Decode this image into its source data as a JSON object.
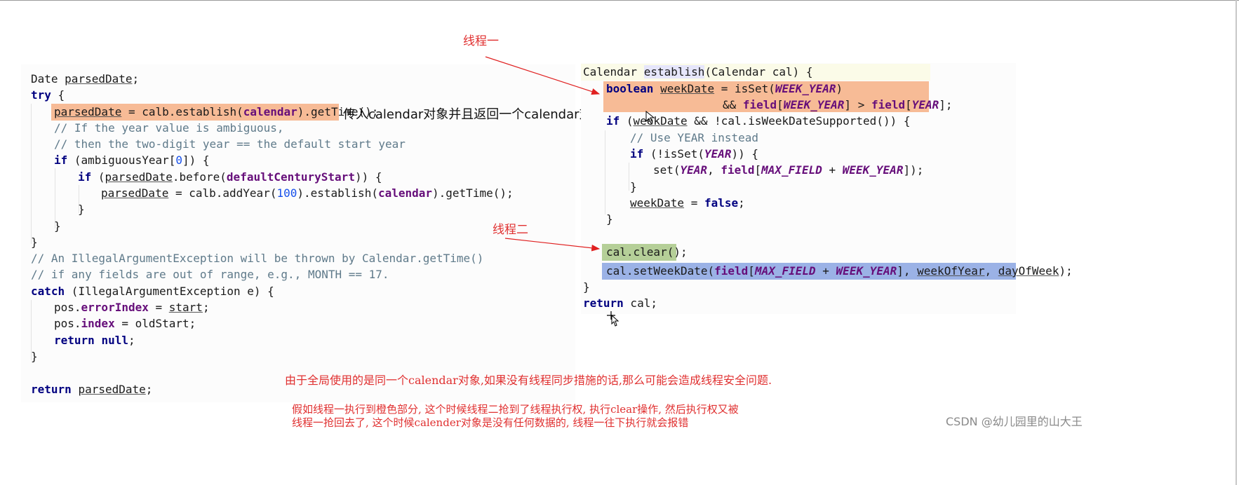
{
  "left_code": {
    "l1_type": "Date ",
    "l1_var": "parsedDate",
    "l1_end": ";",
    "l2_kw": "try",
    "l2_rest": " {",
    "l3_var": "parsedDate",
    "l3_rest_a": " = calb.establish(",
    "l3_field": "calendar",
    "l3_rest_b": ").getTime();",
    "l4": "// If the year value is ambiguous,",
    "l5": "// then the two-digit year == the default start year",
    "l6_kw": "if",
    "l6_a": " (ambiguousYear[",
    "l6_num": "0",
    "l6_b": "]) {",
    "l7_kw": "if",
    "l7_a": " (",
    "l7_var": "parsedDate",
    "l7_b": ".before(",
    "l7_field": "defaultCenturyStart",
    "l7_c": ")) {",
    "l8_var": "parsedDate",
    "l8_a": " = calb.addYear(",
    "l8_num": "100",
    "l8_b": ").establish(",
    "l8_field": "calendar",
    "l8_c": ").getTime();",
    "l9": "}",
    "l10": "}",
    "l11": "}",
    "l12": "// An IllegalArgumentException will be thrown by Calendar.getTime()",
    "l13": "// if any fields are out of range, e.g., MONTH == 17.",
    "l14_kw": "catch",
    "l14_rest": " (IllegalArgumentException e) {",
    "l15_a": "pos.",
    "l15_field": "errorIndex",
    "l15_b": " = ",
    "l15_var": "start",
    "l15_c": ";",
    "l16_a": "pos.",
    "l16_field": "index",
    "l16_b": " = oldStart;",
    "l17_kw": "return",
    "l17_kw2": "null",
    "l17_c": ";",
    "l18": "}",
    "l19_kw": "return",
    "l19_var": "parsedDate",
    "l19_c": ";"
  },
  "right_code": {
    "r1_a": "Calendar ",
    "r1_method": "establish",
    "r1_b": "(Calendar cal) {",
    "r2_kw": "boolean",
    "r2_var": "weekDate",
    "r2_a": " = isSet(",
    "r2_const": "WEEK_YEAR",
    "r2_b": ")",
    "r3_a": "&& ",
    "r3_field": "field",
    "r3_b": "[",
    "r3_const": "WEEK_YEAR",
    "r3_c": "] > ",
    "r3_field2": "field",
    "r3_d": "[",
    "r3_const2": "YEAR",
    "r3_e": "];",
    "r4_kw": "if",
    "r4_a": " (",
    "r4_var": "weekDate",
    "r4_b": " && !cal.isWeekDateSupported()) {",
    "r5": "// Use YEAR instead",
    "r6_kw": "if",
    "r6_a": " (!isSet(",
    "r6_const": "YEAR",
    "r6_b": ")) {",
    "r7_a": "set(",
    "r7_const": "YEAR",
    "r7_b": ", ",
    "r7_field": "field",
    "r7_c": "[",
    "r7_const2": "MAX_FIELD",
    "r7_d": " + ",
    "r7_const3": "WEEK_YEAR",
    "r7_e": "]);",
    "r8": "}",
    "r9_var": "weekDate",
    "r9_a": " = ",
    "r9_kw": "false",
    "r9_b": ";",
    "r10": "}",
    "r11": "cal.clear();",
    "r12_a": "cal.setWeekDate(",
    "r12_field": "field",
    "r12_b": "[",
    "r12_const": "MAX_FIELD",
    "r12_c": " + ",
    "r12_const2": "WEEK_YEAR",
    "r12_d": "], ",
    "r12_var1": "weekOfYear",
    "r12_e": ", ",
    "r12_var2": "dayOfWeek",
    "r12_f": ");",
    "r13": "}",
    "r14_kw": "return",
    "r14_a": " cal;"
  },
  "annotations": {
    "thread_one": "线程一",
    "thread_two": "线程二",
    "pass_calendar": "传入calendar对象并且返回一个calendar对象",
    "conclusion": "由于全局使用的是同一个calendar对象,如果没有线程同步措施的话,那么可能会造成线程安全问题.",
    "detail_line1": "假如线程一执行到橙色部分, 这个时候线程二抢到了线程执行权, 执行clear操作, 然后执行权又被",
    "detail_line2": "线程一抢回去了, 这个时候calender对象是没有任何数据的, 线程一往下执行就会报错"
  },
  "watermark": "CSDN @幼儿园里的山大王",
  "colors": {
    "highlight_orange": "#f7bb96",
    "highlight_green": "#b5cf98",
    "highlight_blue": "#9bb2e6",
    "annotation_red": "#e03030",
    "keyword": "#000080",
    "field": "#660e7a",
    "comment": "#5f7a8a",
    "number": "#1750eb"
  },
  "icons": [
    "arrow-cursor-icon",
    "move-cursor-icon"
  ]
}
